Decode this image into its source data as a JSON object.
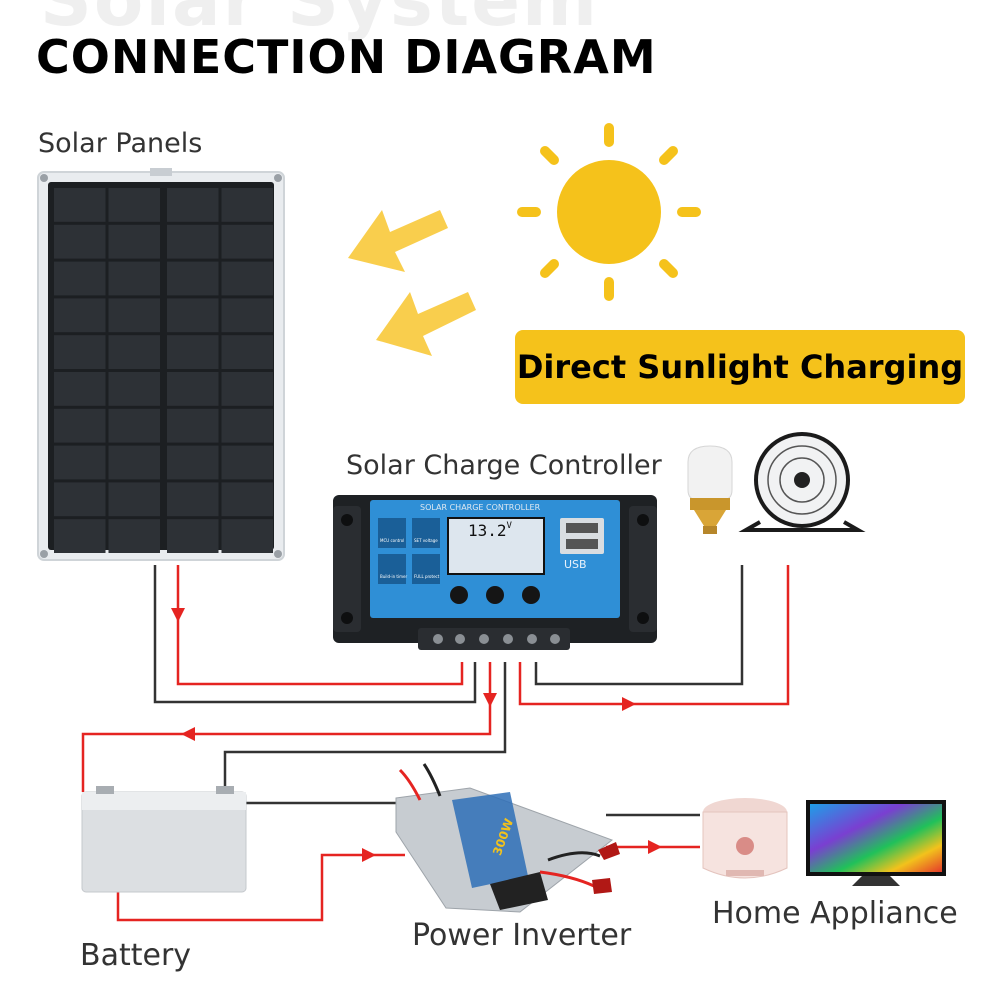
{
  "header": {
    "background_title": "Solar System",
    "title": "CONNECTION DIAGRAM"
  },
  "labels": {
    "solar_panels": "Solar Panels",
    "controller": "Solar Charge Controller",
    "battery": "Battery",
    "inverter": "Power Inverter",
    "appliance": "Home Appliance"
  },
  "callout": {
    "text": "Direct Sunlight Charging"
  },
  "controller_display": {
    "brand_text": "SOLAR CHARGE CONTROLLER",
    "voltage": "13.2",
    "unit": "V",
    "usb_label": "USB",
    "icon_labels": [
      "MCU control",
      "SET voltage",
      "Build-in timer",
      "FULL protect"
    ]
  },
  "inverter_display": {
    "rating": "300W"
  },
  "colors": {
    "sun": "#f5c21b",
    "wire_positive": "#e52421",
    "wire_negative": "#333333",
    "controller_screen": "#2f8fd6"
  }
}
